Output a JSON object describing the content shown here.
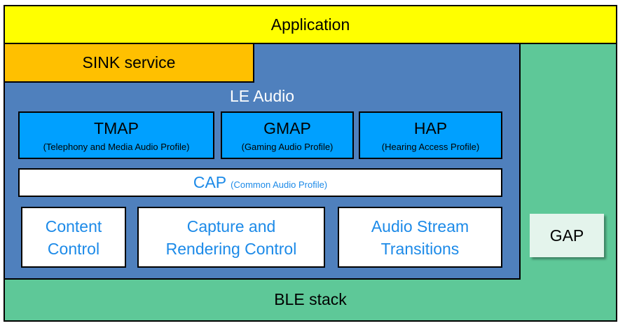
{
  "application": {
    "label": "Application"
  },
  "sink_service": {
    "label": "SINK service"
  },
  "le_audio": {
    "title": "LE Audio",
    "profiles": [
      {
        "name": "TMAP",
        "full": "(Telephony and Media Audio Profile)"
      },
      {
        "name": "GMAP",
        "full": "(Gaming Audio Profile)"
      },
      {
        "name": "HAP",
        "full": "(Hearing Access Profile)"
      }
    ],
    "cap": {
      "name": "CAP",
      "full": "(Common Audio Profile)"
    },
    "services": [
      {
        "line1": "Content",
        "line2": "Control"
      },
      {
        "line1": "Capture and",
        "line2": "Rendering Control"
      },
      {
        "line1": "Audio Stream",
        "line2": "Transitions"
      }
    ]
  },
  "gap": {
    "label": "GAP"
  },
  "ble_stack": {
    "label": "BLE stack"
  },
  "colors": {
    "application": "#ffff00",
    "sink_service": "#ffc000",
    "le_audio": "#4f80bd",
    "profile": "#00a0ff",
    "ble_stack": "#5ec898",
    "gap": "#e4f4ec",
    "service_text": "#1c8ae8"
  }
}
